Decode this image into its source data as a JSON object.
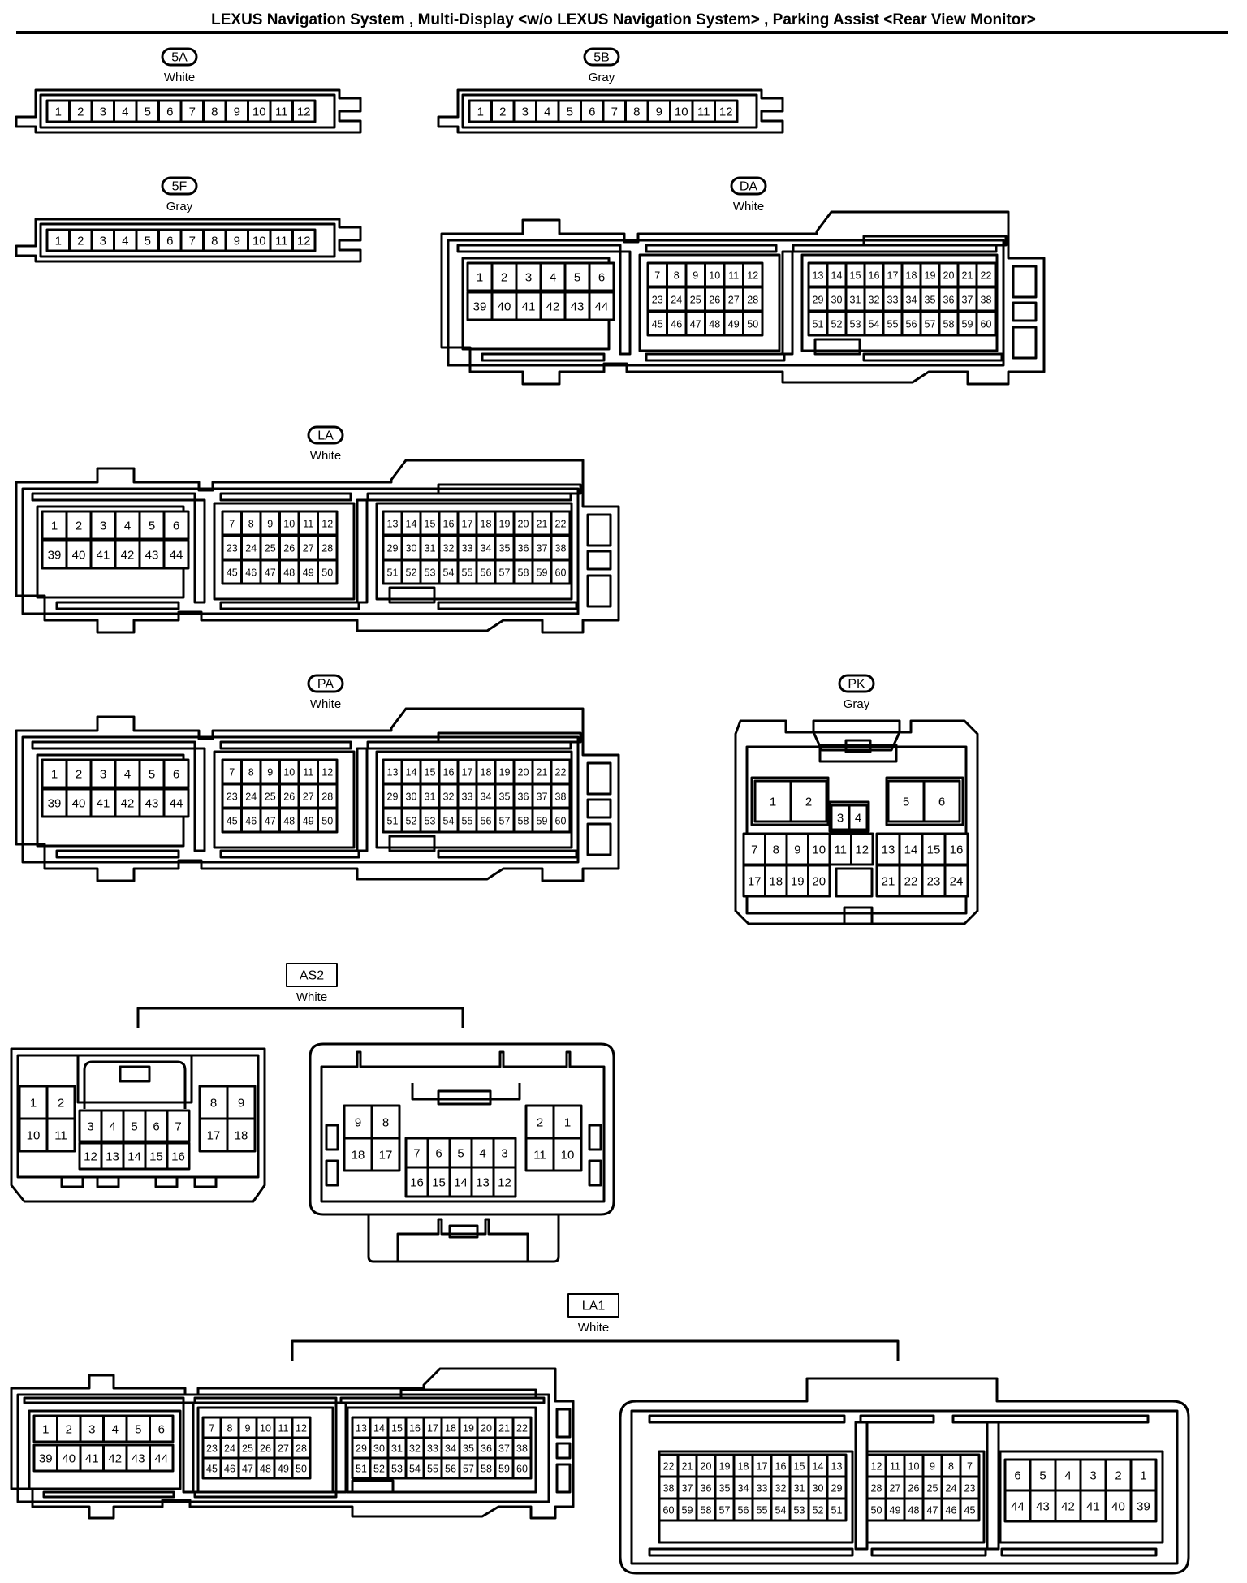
{
  "title": "LEXUS Navigation System , Multi-Display <w/o LEXUS Navigation System> , Parking Assist <Rear View Monitor>",
  "connectors": [
    {
      "code": "5A",
      "color": "White"
    },
    {
      "code": "5B",
      "color": "Gray"
    },
    {
      "code": "5F",
      "color": "Gray"
    },
    {
      "code": "DA",
      "color": "White"
    },
    {
      "code": "LA",
      "color": "White"
    },
    {
      "code": "PA",
      "color": "White"
    },
    {
      "code": "PK",
      "color": "Gray"
    },
    {
      "code": "AS2",
      "color": "White"
    },
    {
      "code": "LA1",
      "color": "White"
    }
  ],
  "pins": {
    "strip12": [
      "1",
      "2",
      "3",
      "4",
      "5",
      "6",
      "7",
      "8",
      "9",
      "10",
      "11",
      "12"
    ],
    "ecu_left_top": [
      "1",
      "2",
      "3",
      "4",
      "5",
      "6"
    ],
    "ecu_left_bottom": [
      "39",
      "40",
      "41",
      "42",
      "43",
      "44"
    ],
    "ecu_mid_row1": [
      "7",
      "8",
      "9",
      "10",
      "11",
      "12"
    ],
    "ecu_mid_row2": [
      "23",
      "24",
      "25",
      "26",
      "27",
      "28"
    ],
    "ecu_mid_row3": [
      "45",
      "46",
      "47",
      "48",
      "49",
      "50"
    ],
    "ecu_right_row1": [
      "13",
      "14",
      "15",
      "16",
      "17",
      "18",
      "19",
      "20",
      "21",
      "22"
    ],
    "ecu_right_row2": [
      "29",
      "30",
      "31",
      "32",
      "33",
      "34",
      "35",
      "36",
      "37",
      "38"
    ],
    "ecu_right_row3": [
      "51",
      "52",
      "53",
      "54",
      "55",
      "56",
      "57",
      "58",
      "59",
      "60"
    ],
    "pk_top_left": [
      "1",
      "2"
    ],
    "pk_top_center": [
      "3",
      "4"
    ],
    "pk_top_right": [
      "5",
      "6"
    ],
    "pk_row2_left": [
      "7",
      "8",
      "9",
      "10"
    ],
    "pk_row2_center": [
      "11",
      "12"
    ],
    "pk_row2_right": [
      "13",
      "14",
      "15",
      "16"
    ],
    "pk_row3_left": [
      "17",
      "18",
      "19",
      "20"
    ],
    "pk_row3_right": [
      "21",
      "22",
      "23",
      "24"
    ],
    "as2m_left_top": [
      "1",
      "2"
    ],
    "as2m_left_bottom": [
      "10",
      "11"
    ],
    "as2m_center_top": [
      "3",
      "4",
      "5",
      "6",
      "7"
    ],
    "as2m_center_bottom": [
      "12",
      "13",
      "14",
      "15",
      "16"
    ],
    "as2m_right_top": [
      "8",
      "9"
    ],
    "as2m_right_bottom": [
      "17",
      "18"
    ],
    "as2f_left_top": [
      "9",
      "8"
    ],
    "as2f_left_bottom": [
      "18",
      "17"
    ],
    "as2f_center_top": [
      "7",
      "6",
      "5",
      "4",
      "3"
    ],
    "as2f_center_bottom": [
      "16",
      "15",
      "14",
      "13",
      "12"
    ],
    "as2f_right_top": [
      "2",
      "1"
    ],
    "as2f_right_bottom": [
      "11",
      "10"
    ],
    "la1f_left_row1": [
      "22",
      "21",
      "20",
      "19",
      "18",
      "17",
      "16",
      "15",
      "14",
      "13"
    ],
    "la1f_left_row2": [
      "38",
      "37",
      "36",
      "35",
      "34",
      "33",
      "32",
      "31",
      "30",
      "29"
    ],
    "la1f_left_row3": [
      "60",
      "59",
      "58",
      "57",
      "56",
      "55",
      "54",
      "53",
      "52",
      "51"
    ],
    "la1f_mid_row1": [
      "12",
      "11",
      "10",
      "9",
      "8",
      "7"
    ],
    "la1f_mid_row2": [
      "28",
      "27",
      "26",
      "25",
      "24",
      "23"
    ],
    "la1f_mid_row3": [
      "50",
      "49",
      "48",
      "47",
      "46",
      "45"
    ],
    "la1f_right_top": [
      "6",
      "5",
      "4",
      "3",
      "2",
      "1"
    ],
    "la1f_right_bottom": [
      "44",
      "43",
      "42",
      "41",
      "40",
      "39"
    ]
  }
}
